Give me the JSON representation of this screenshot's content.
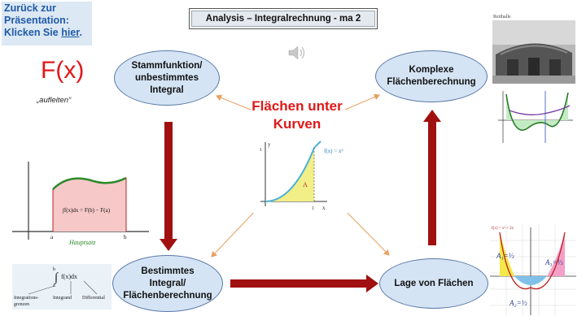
{
  "back_link": {
    "line1": "Zurück zur",
    "line2": "Präsentation:",
    "line3_prefix": "Klicken Sie ",
    "link": "hier",
    "line3_suffix": "."
  },
  "title": "Analysis – Integralrechnung - ma 2",
  "fx_label": "F(x)",
  "aufleiten": "„aufleiten“",
  "center": {
    "line1": "Flächen unter",
    "line2": "Kurven"
  },
  "nodes": {
    "stamm": {
      "l1": "Stammfunktion/",
      "l2": "unbestimmtes",
      "l3": "Integral"
    },
    "komplex": {
      "l1": "Komplexe",
      "l2": "Flächenberechnung"
    },
    "bestimmt": {
      "l1": "Bestimmtes",
      "l2": "Integral/",
      "l3": "Flächenberechnung"
    },
    "lage": {
      "l1": "Lage von Flächen"
    }
  },
  "hauptsatz": {
    "formula": "∫f(x)dx = F(b) − F(a)",
    "a": "a",
    "b": "b",
    "caption": "Hauptsatz"
  },
  "parabola": {
    "func": "f(x) = x²",
    "area": "A",
    "x_label": "x",
    "y_label": "y",
    "tick_x": "1",
    "tick_y": "1"
  },
  "integral_parts": {
    "top": "f(x)dx",
    "b": "b",
    "a": "a",
    "l1": "Integrations-",
    "l2": "grenzen",
    "l3": "Integrand",
    "l4": "Differential"
  },
  "reithalle": "Reithalle",
  "lage_img": {
    "func": "f(x) = x² + 2x",
    "a1": "A₁=⅓",
    "a2": "A₂=⅓",
    "a3": "A₃=⅓"
  },
  "colors": {
    "accent_red": "#e01818",
    "arrow_dark_red": "#a01010",
    "ellipse_fill": "#d5e4f4",
    "orange_arrow": "#e8a060"
  }
}
